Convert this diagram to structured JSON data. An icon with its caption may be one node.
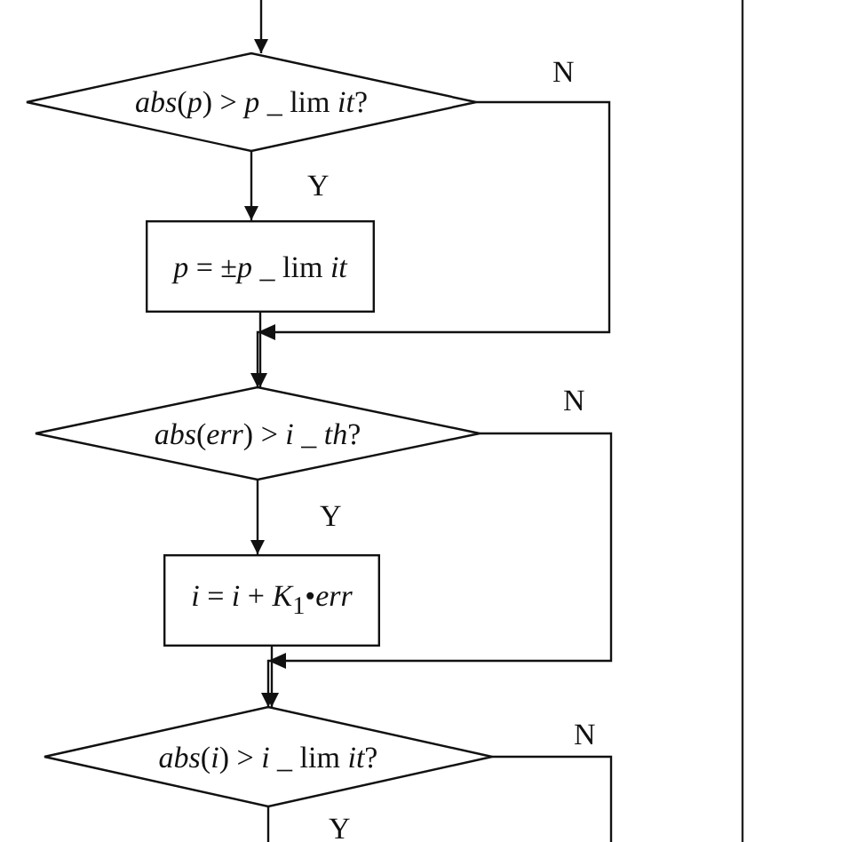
{
  "diagram": {
    "nodes": [
      {
        "text": [
          "*abs*(*p*) > *p* _ lim *it*?"
        ]
      },
      {
        "text": [
          "*p* = ±*p* _ lim *it*"
        ]
      },
      {
        "text": [
          "*abs*(*err*) > *i* _ *th*?"
        ]
      },
      {
        "text": [
          "*i* = *i* + *K*$_{1}$•*err*"
        ]
      },
      {
        "text": [
          "*abs*(*i*) > *i* _ lim *it*?"
        ]
      }
    ],
    "edges": [
      {
        "from": null,
        "to": 0,
        "arrow": "to"
      },
      {
        "from": 0,
        "to": 2,
        "arrow": "to",
        "label": "N"
      },
      {
        "from": 0,
        "to": 1,
        "arrow": "to",
        "label": "Y"
      },
      {
        "from": 1,
        "to": 2,
        "arrow": "to"
      },
      {
        "from": 2,
        "to": 4,
        "arrow": "to",
        "label": "N"
      },
      {
        "from": 2,
        "to": 3,
        "arrow": "to",
        "label": "Y"
      },
      {
        "from": 3,
        "to": 4,
        "arrow": "to"
      },
      {
        "from": 4,
        "to": null,
        "arrow": "none",
        "label": "N"
      },
      {
        "from": 4,
        "to": null,
        "arrow": "none",
        "label": "Y"
      }
    ]
  }
}
